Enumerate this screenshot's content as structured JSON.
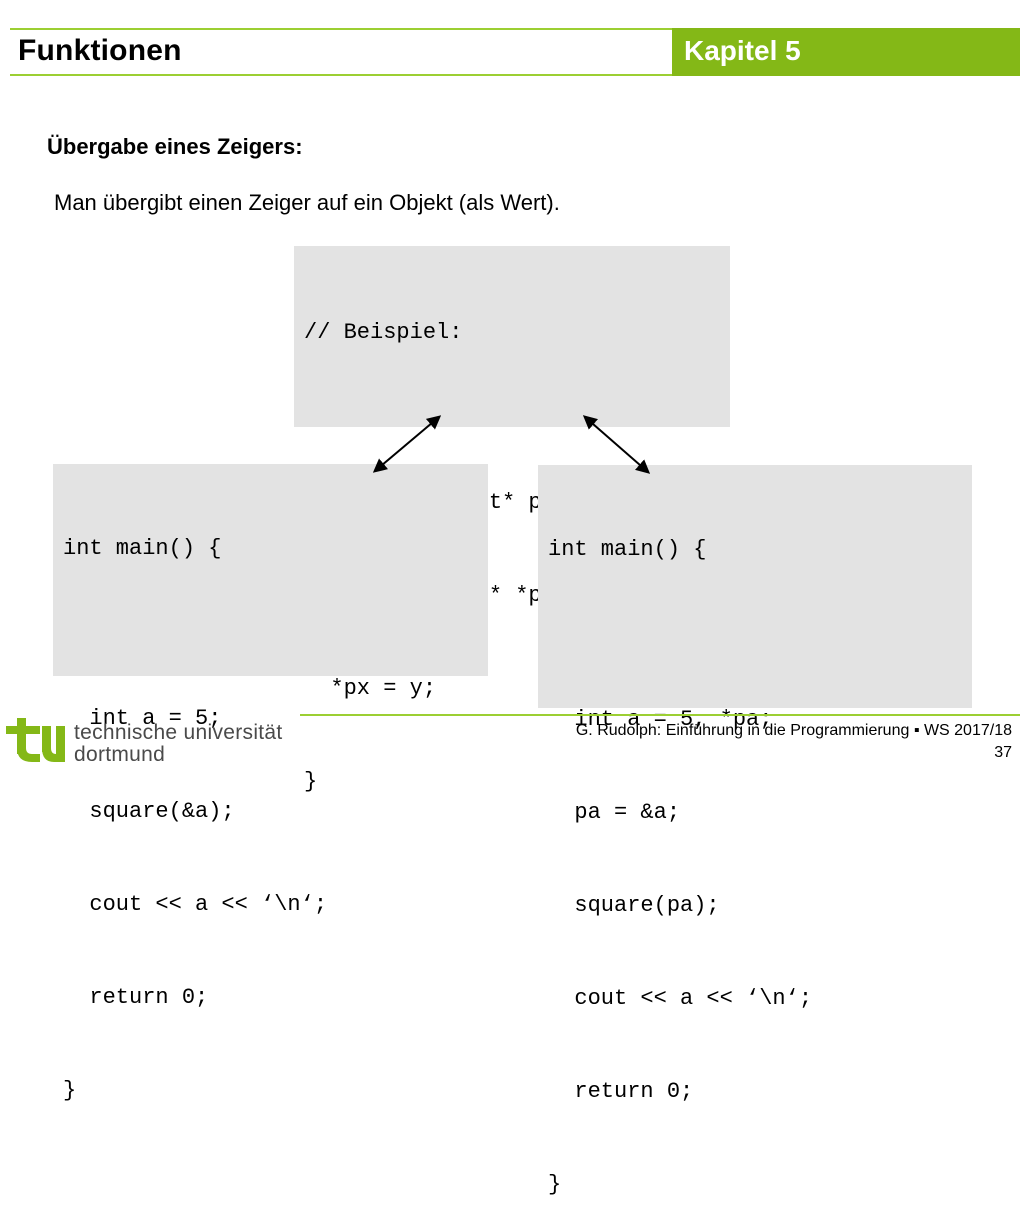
{
  "header": {
    "title": "Funktionen",
    "chapter": "Kapitel 5",
    "accent_color": "#84b817",
    "line_color": "#9ccf33"
  },
  "content": {
    "subtitle": "Übergabe eines Zeigers:",
    "description": "Man übergibt einen Zeiger auf ein Objekt (als Wert)."
  },
  "code_boxes": {
    "top": {
      "lines": [
        "// Beispiel:",
        "void square(int* px) {",
        "  int y = *px * *px;",
        "  *px = y;",
        "}"
      ]
    },
    "left": {
      "lines": [
        "int main() {",
        "  int a = 5;",
        "  square(&a);",
        "  cout << a << ‘\\n‘;",
        "  return 0;",
        "}"
      ]
    },
    "right": {
      "lines": [
        "int main() {",
        "  int a = 5, *pa;",
        "  pa = &a;",
        "  square(pa);",
        "  cout << a << ‘\\n‘;",
        "  return 0;",
        "}"
      ]
    },
    "background": "#e3e3e3"
  },
  "footer": {
    "university_line1": "technische universität",
    "university_line2": "dortmund",
    "logo_icon": "tu-logo-icon",
    "credit": "G. Rudolph: Einführung in die Programmierung ▪ WS 2017/18",
    "page_number": "37"
  }
}
